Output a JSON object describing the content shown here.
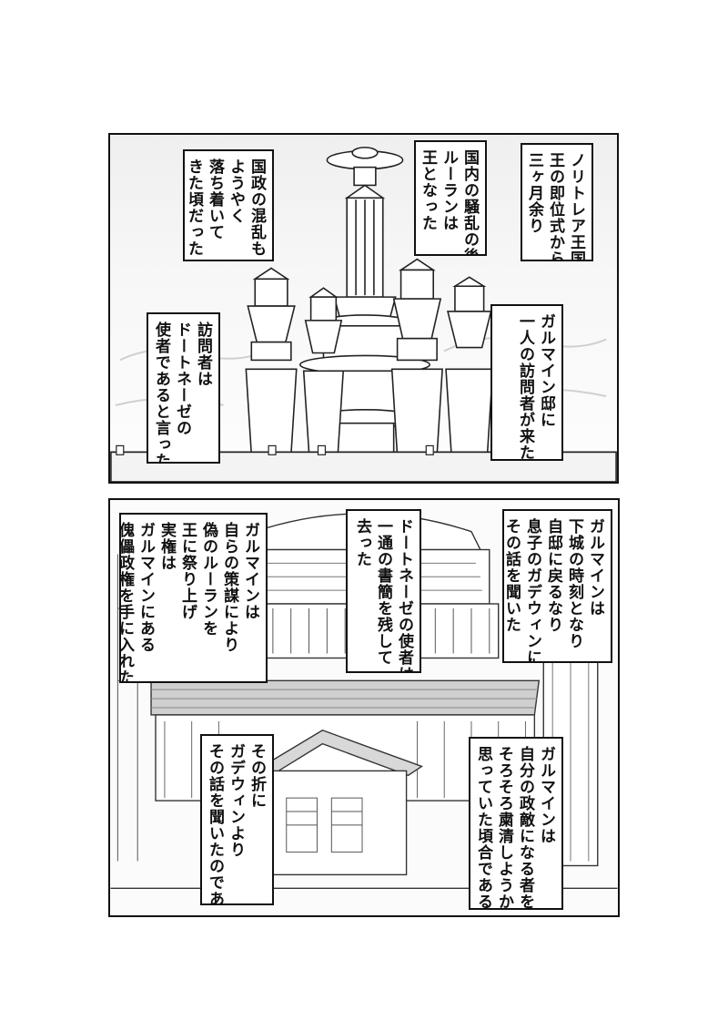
{
  "panel1": {
    "captions": [
      {
        "lines": [
          "ノリトレア王国",
          "王の即位式から",
          "三ヶ月余り"
        ]
      },
      {
        "lines": [
          "国内の騒乱の後",
          "ルーランは",
          "王となった"
        ]
      },
      {
        "lines": [
          "国政の混乱も",
          "ようやく",
          "落ち着いて",
          "きた頃だった"
        ]
      },
      {
        "lines": [
          "ガルマイン邸に",
          "一人の訪問者が来た"
        ]
      },
      {
        "lines": [
          "訪問者は",
          "ドートネーゼの",
          "使者であると言った"
        ]
      }
    ]
  },
  "panel2": {
    "captions": [
      {
        "lines": [
          "ガルマインは",
          "下城の時刻となり",
          "自邸に戻るなり",
          "息子のガデウィンに",
          "その話を聞いた"
        ]
      },
      {
        "lines": [
          "ドートネーゼの使者は",
          "一通の書簡を残して",
          "去った"
        ]
      },
      {
        "lines": [
          "ガルマインは",
          "自らの策謀により",
          "偽のルーランを",
          "王に祭り上げ",
          "実権は",
          "ガルマインにある",
          "傀儡政権を手に入れた"
        ]
      },
      {
        "lines": [
          "その折に",
          "ガデウィンより",
          "その話を聞いたのである"
        ]
      },
      {
        "lines": [
          "ガルマインは",
          "自分の政敵になる者を",
          "そろそろ粛清しようかと",
          "思っていた頃合である"
        ]
      }
    ]
  }
}
